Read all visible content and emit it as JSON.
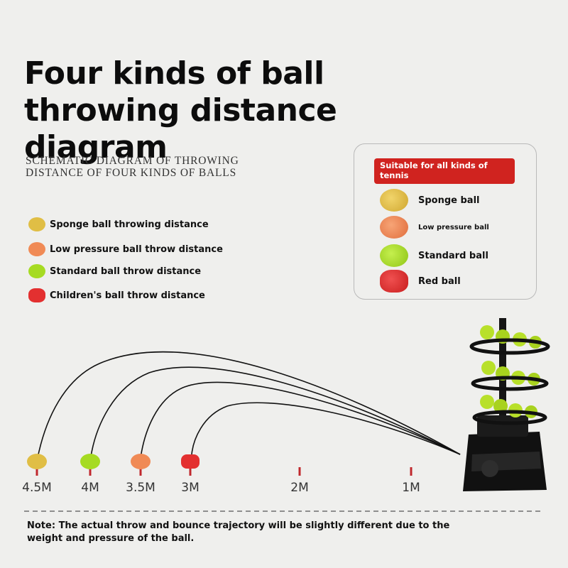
{
  "title": "Four kinds of ball throwing distance diagram",
  "subtitle": "SCHEMATIC DIAGRAM OF THROWING DISTANCE OF FOUR KINDS OF BALLS",
  "legend": [
    {
      "label": "Sponge ball throwing distance",
      "color": "#e0be45"
    },
    {
      "label": "Low pressure ball throw distance",
      "color": "#f08a55"
    },
    {
      "label": "Standard ball throw distance",
      "color": "#a6db22"
    },
    {
      "label": "Children's ball throw distance",
      "color": "#e33030"
    }
  ],
  "panel": {
    "header": "Suitable for all kinds of tennis",
    "items": [
      {
        "label": "Sponge ball",
        "color": "#e0be45"
      },
      {
        "label": "Low pressure ball",
        "color": "#f08a55"
      },
      {
        "label": "Standard ball",
        "color": "#a6db22"
      },
      {
        "label": "Red ball",
        "color": "#e33030"
      }
    ]
  },
  "distances": [
    {
      "label": "4.5M",
      "meters": 4.5,
      "ball": "sponge"
    },
    {
      "label": "4M",
      "meters": 4,
      "ball": "standard"
    },
    {
      "label": "3.5M",
      "meters": 3.5,
      "ball": "low-pressure"
    },
    {
      "label": "3M",
      "meters": 3,
      "ball": "red"
    },
    {
      "label": "2M",
      "meters": 2,
      "ball": null
    },
    {
      "label": "1M",
      "meters": 1,
      "ball": null
    }
  ],
  "colors": {
    "sponge": "#e0be45",
    "low-pressure": "#f08a55",
    "standard": "#a6db22",
    "red": "#e33030",
    "tick": "#c0282d",
    "header": "#d0231f"
  },
  "note": "Note: The actual throw and bounce trajectory will be slightly different due to the weight and pressure of the ball."
}
